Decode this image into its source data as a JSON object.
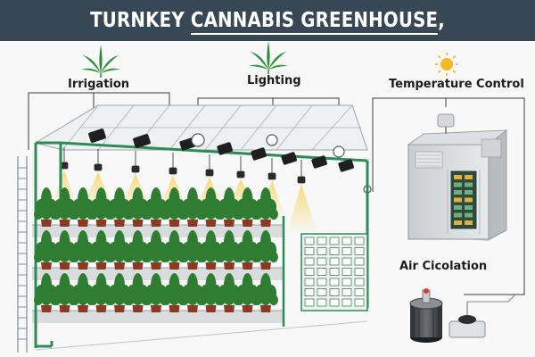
{
  "title_prefix": "TURNKEY ",
  "title_underlined": "CANNABIS GREENHOUSE",
  "title_suffix": ",",
  "labels": {
    "irrigation": "Irrigation",
    "lighting": "Lighting",
    "temperature_control": "Temperature Control",
    "air_circulation": "Air Cicolation"
  },
  "colors": {
    "banner": "#374753",
    "frame": "#2e8b57",
    "plant": "#2f7d32",
    "pot": "#8a3a22",
    "light_glow": "#f6d66b",
    "cabinet": "#d9dcdf"
  },
  "icons": [
    "cannabis-leaf-icon",
    "sun-icon"
  ]
}
